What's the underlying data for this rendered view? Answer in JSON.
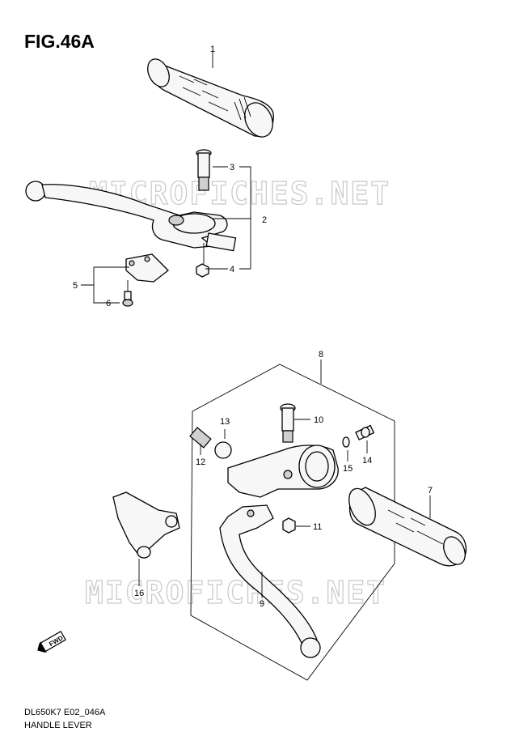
{
  "figure": {
    "title": "FIG.46A",
    "code": "DL650K7 E02_046A",
    "name": "HANDLE LEVER"
  },
  "watermark": {
    "text": "MICROFICHES.NET"
  },
  "callouts": {
    "c1": "1",
    "c2": "2",
    "c3": "3",
    "c4": "4",
    "c5": "5",
    "c6": "6",
    "c7": "7",
    "c8": "8",
    "c9": "9",
    "c10": "10",
    "c11": "11",
    "c12": "12",
    "c13": "13",
    "c14": "14",
    "c15": "15",
    "c16": "16"
  },
  "arrow": {
    "label": "FWD"
  }
}
